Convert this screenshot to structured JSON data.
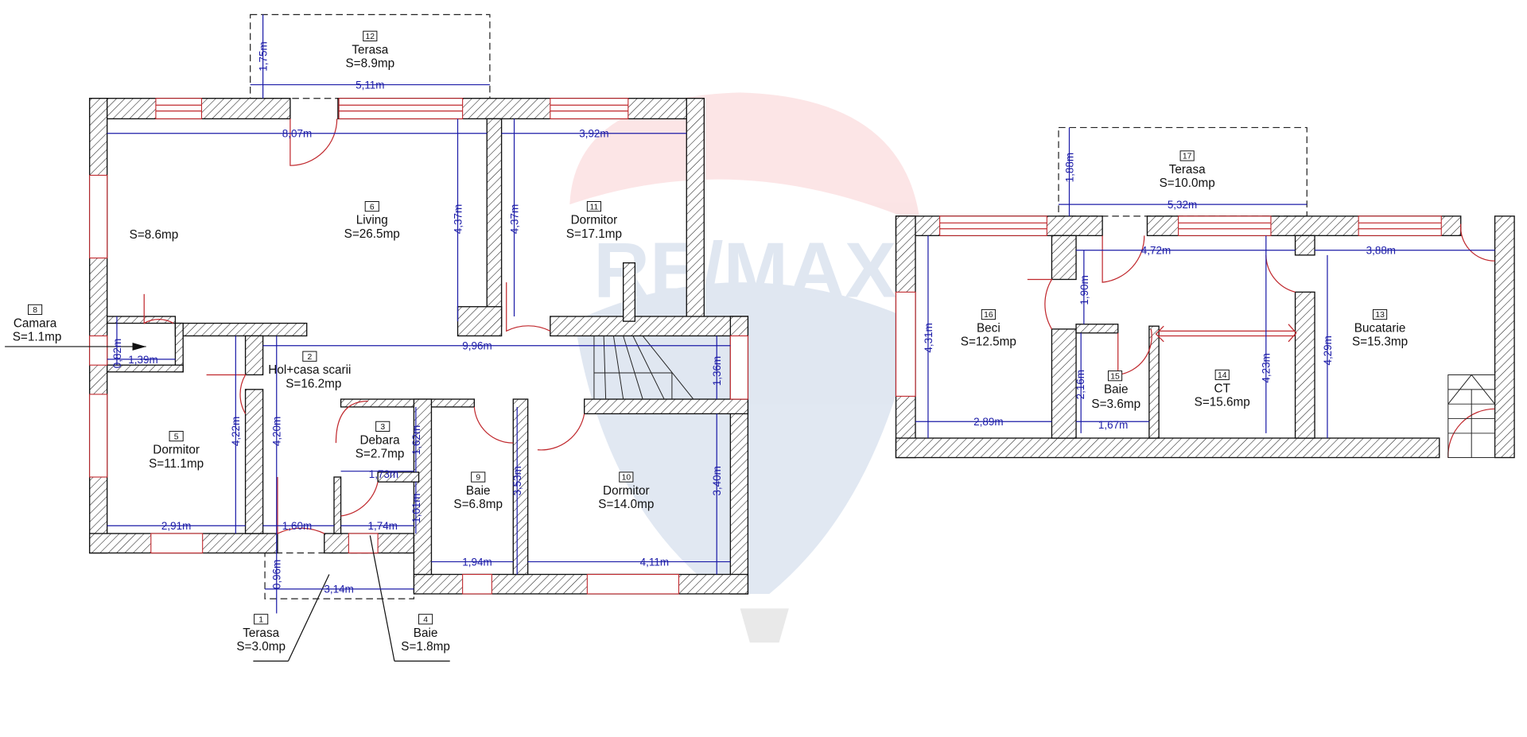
{
  "watermark": {
    "logo_text": "RE/MAX",
    "colors": {
      "red": "#e8343c",
      "blue": "#1a4f9c"
    }
  },
  "colors": {
    "wall": "#111111",
    "window_door": "#c0282d",
    "dimension": "#1c1ca8"
  },
  "rooms": [
    {
      "num": "12",
      "name": "Terasa",
      "area": "S=8.9mp"
    },
    {
      "num": "6",
      "name": "Living",
      "area": "S=26.5mp"
    },
    {
      "num": "11",
      "name": "Dormitor",
      "area": "S=17.1mp"
    },
    {
      "num": "8",
      "name": "Camara",
      "area": "S=1.1mp"
    },
    {
      "num": "",
      "name": "",
      "area": "S=8.6mp"
    },
    {
      "num": "2",
      "name": "Hol+casa scarii",
      "area": "S=16.2mp"
    },
    {
      "num": "5",
      "name": "Dormitor",
      "area": "S=11.1mp"
    },
    {
      "num": "3",
      "name": "Debara",
      "area": "S=2.7mp"
    },
    {
      "num": "9",
      "name": "Baie",
      "area": "S=6.8mp"
    },
    {
      "num": "10",
      "name": "Dormitor",
      "area": "S=14.0mp"
    },
    {
      "num": "1",
      "name": "Terasa",
      "area": "S=3.0mp"
    },
    {
      "num": "4",
      "name": "Baie",
      "area": "S=1.8mp"
    },
    {
      "num": "17",
      "name": "Terasa",
      "area": "S=10.0mp"
    },
    {
      "num": "16",
      "name": "Beci",
      "area": "S=12.5mp"
    },
    {
      "num": "15",
      "name": "Baie",
      "area": "S=3.6mp"
    },
    {
      "num": "14",
      "name": "CT",
      "area": "S=15.6mp"
    },
    {
      "num": "13",
      "name": "Bucatarie",
      "area": "S=15.3mp"
    }
  ],
  "dimensions": [
    "1,75m",
    "5,11m",
    "8,07m",
    "3,92m",
    "4,37m",
    "4,37m",
    "9,96m",
    "0,82m",
    "1,39m",
    "4,22m",
    "4,20m",
    "1,36m",
    "1,62m",
    "1,73m",
    "1,01m",
    "2,91m",
    "1,60m",
    "1,74m",
    "3,53m",
    "3,40m",
    "1,94m",
    "4,11m",
    "0,96m",
    "3,14m",
    "1,88m",
    "5,32m",
    "4,72m",
    "3,88m",
    "1,90m",
    "4,31m",
    "2,89m",
    "2,16m",
    "1,67m",
    "4,23m",
    "4,29m"
  ]
}
